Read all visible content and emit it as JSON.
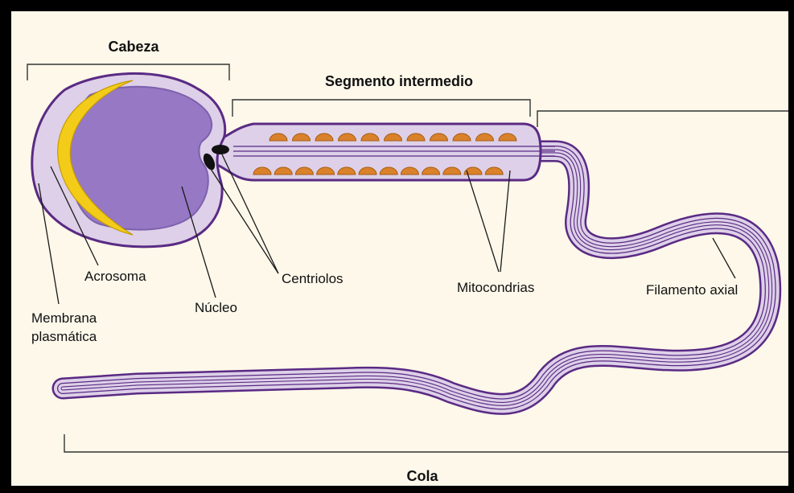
{
  "colors": {
    "background": "#fdf8ea",
    "frame": "#000000",
    "membrane": "#5a2a84",
    "cytoplasm": "#ddd0e8",
    "nucleus": "#9678c4",
    "acrosome": "#f3cc1a",
    "mitochondria": "#d9822b",
    "centriole": "#111111"
  },
  "labels": {
    "head": "Cabeza",
    "midpiece": "Segmento intermedio",
    "tail": "Cola",
    "acrosome": "Acrosoma",
    "membrane_line1": "Membrana",
    "membrane_line2": "plasmática",
    "nucleus": "Núcleo",
    "centrioles": "Centriolos",
    "mitochondria": "Mitocondrias",
    "axial_filament": "Filamento axial"
  },
  "icons": {
    "mitochondrion": "mitochondrion-icon",
    "centriole": "centriole-icon"
  }
}
